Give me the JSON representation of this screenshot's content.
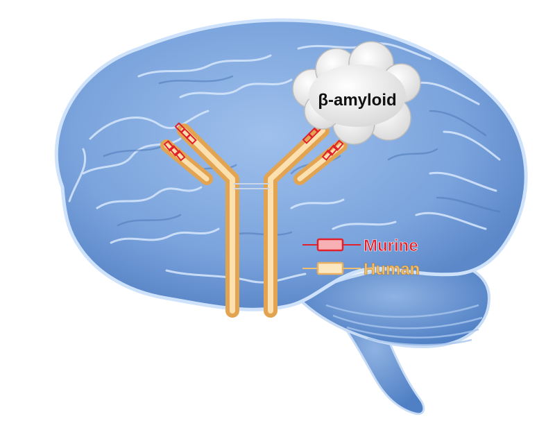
{
  "diagram": {
    "cloud_label": "β-amyloid",
    "legend": [
      {
        "label": "Murine",
        "color": "#e0202a"
      },
      {
        "label": "Human",
        "color": "#f0c070"
      }
    ]
  },
  "colors": {
    "brain_fill": "#7fa8e0",
    "brain_dark": "#4f7fc4",
    "brain_highlight": "#d6e8ff",
    "antibody": "#f2c27a",
    "antibody_highlight": "#fde8c2",
    "murine": "#e0202a",
    "cloud": "#f2f2f2"
  }
}
